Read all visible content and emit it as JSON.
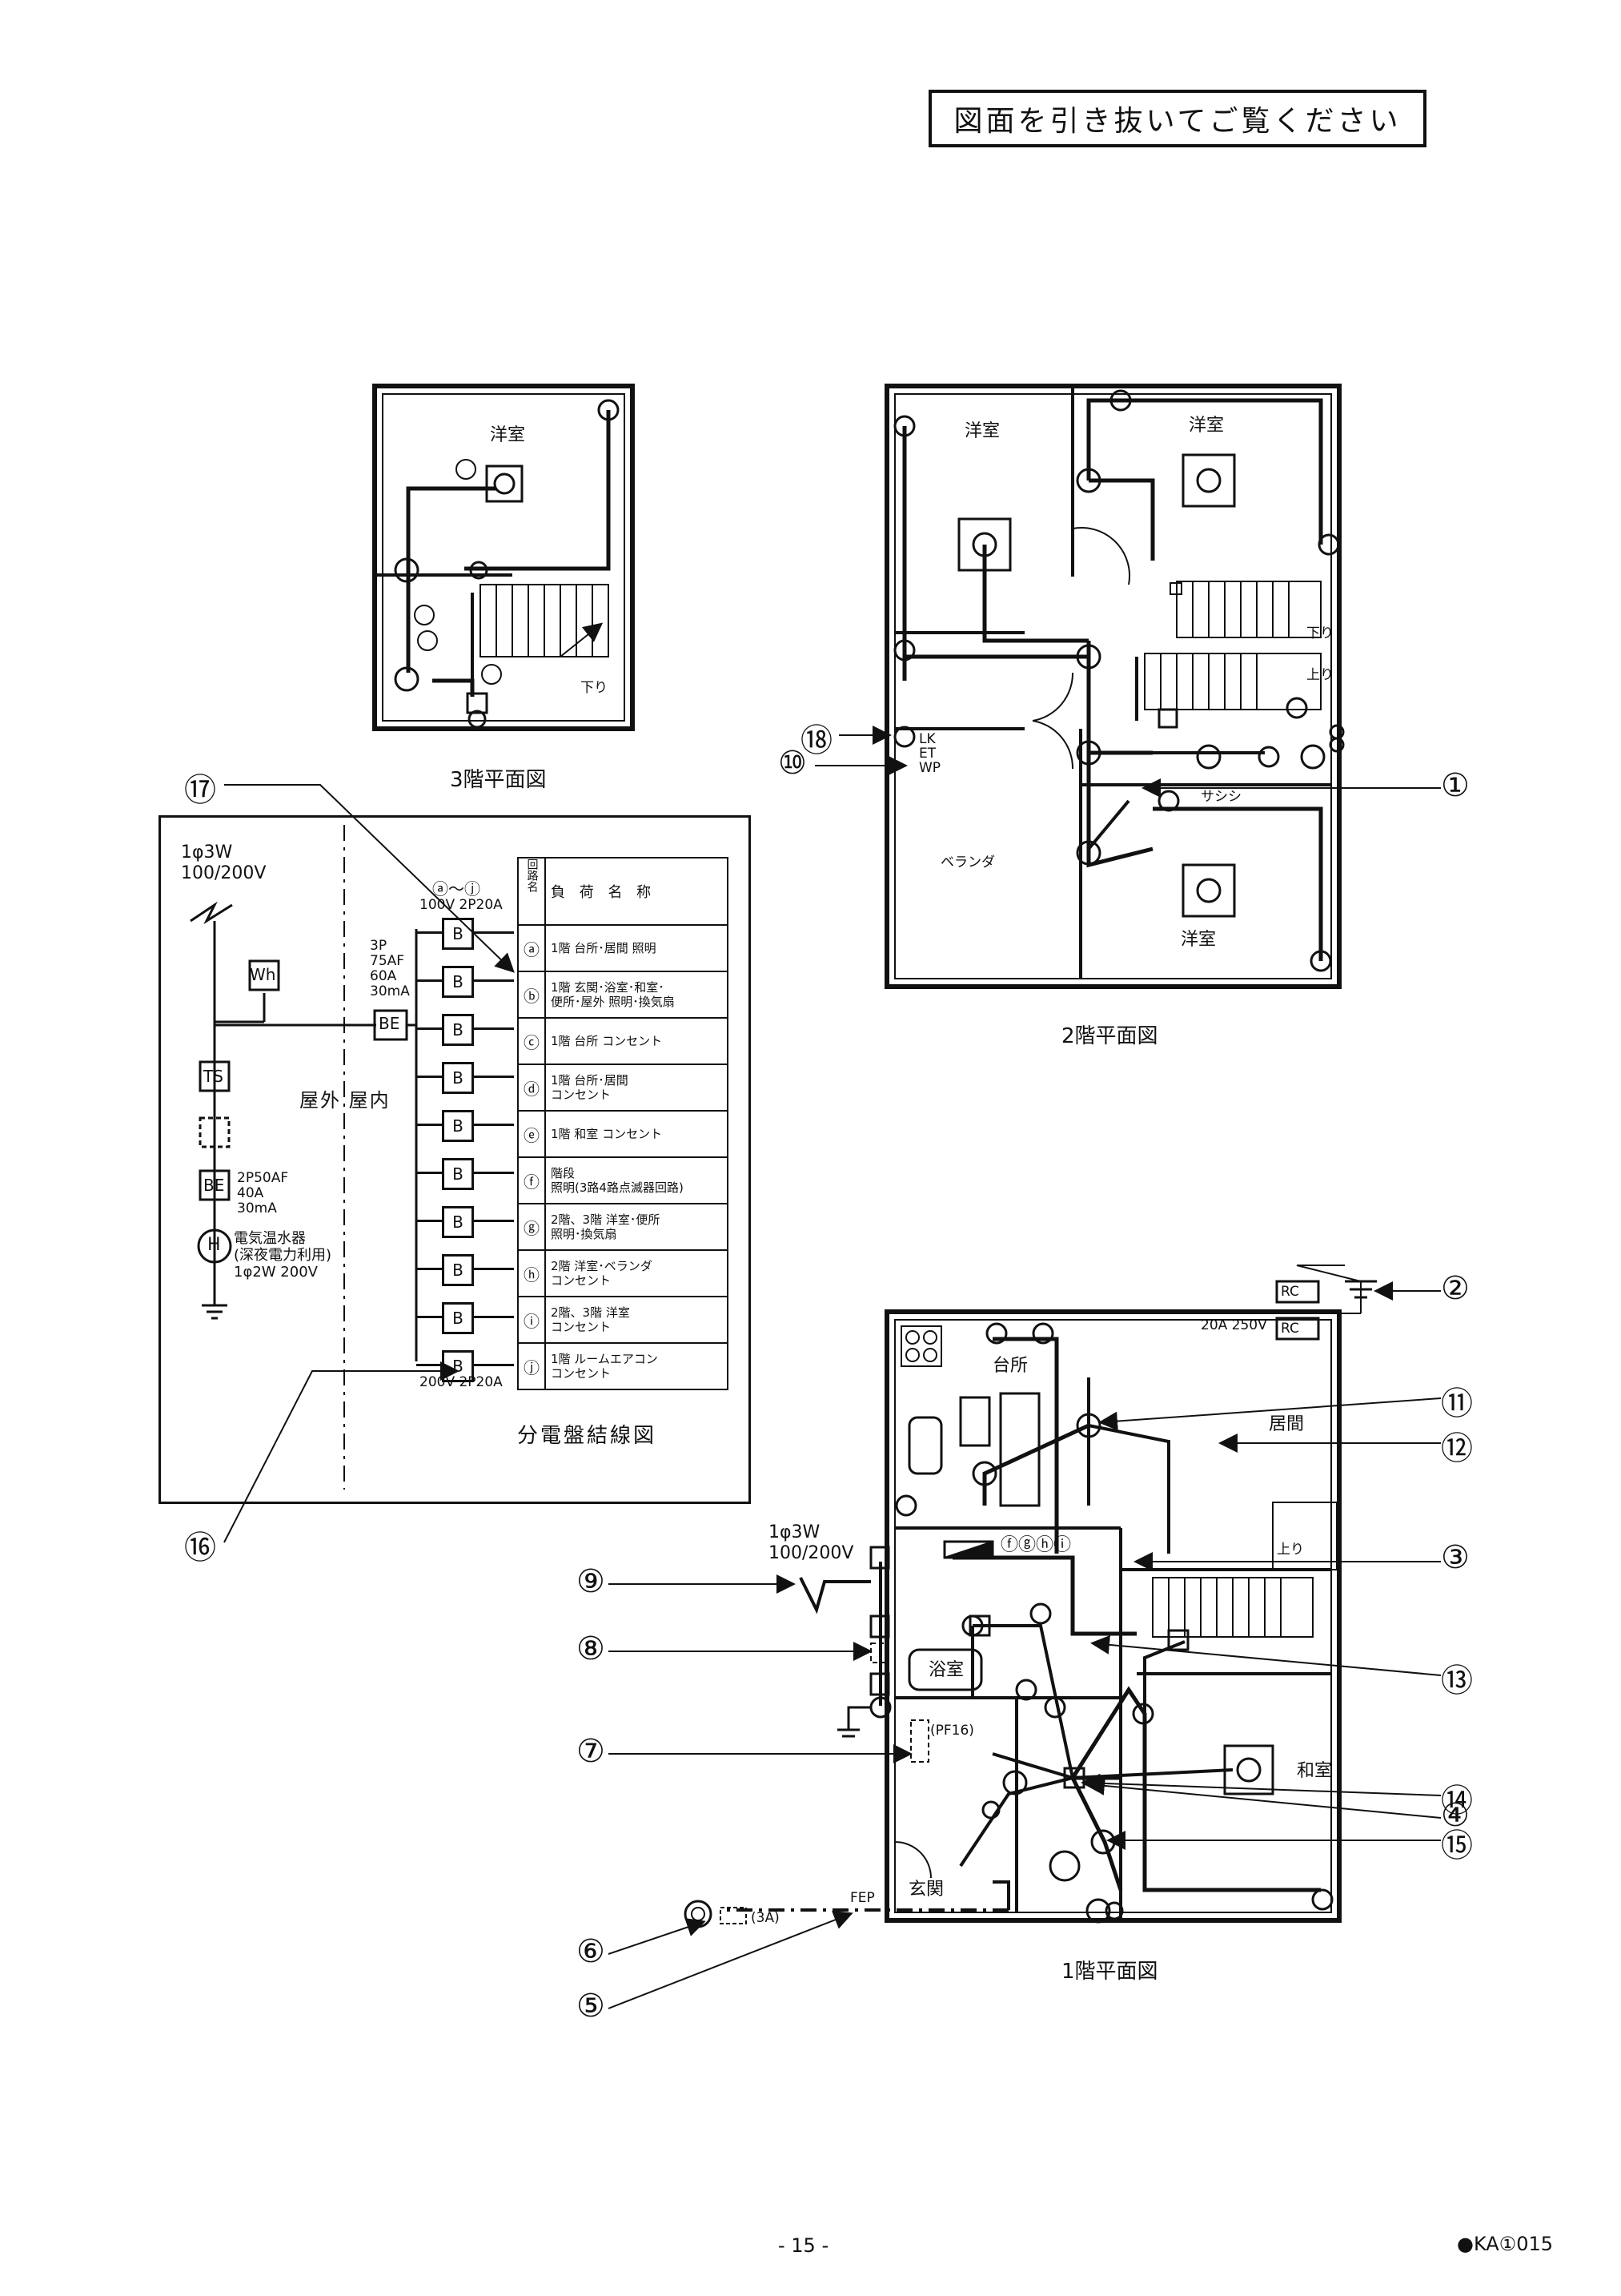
{
  "banner": "図面を引き抜いてご覧ください",
  "plans": {
    "floor3": {
      "caption": "3階平面図",
      "room": "洋室",
      "down_label": "下り"
    },
    "floor2": {
      "caption": "2階平面図",
      "rooms": [
        "洋室",
        "洋室",
        "洋室"
      ],
      "veranda": "ベランダ",
      "down_label": "下り",
      "up_label": "上り",
      "sash_label": "サシシ",
      "wp_labels": [
        "LK",
        "ET",
        "WP"
      ]
    },
    "floor1": {
      "caption": "1階平面図",
      "rooms": [
        "台所",
        "居間",
        "浴室",
        "和室",
        "玄関"
      ],
      "up_label": "上り",
      "service": "1φ3W\n100/200V",
      "service_line1": "1φ3W",
      "service_line2": "100/200V",
      "rc_labels": [
        "RC",
        "RC"
      ],
      "rc_rating": "20A 250V",
      "fep": "FEP",
      "pf": "(PF16)",
      "lamp": "(3A)",
      "circuits_tag": "ⓕⓖⓗⓘ"
    }
  },
  "callouts": [
    "①",
    "②",
    "③",
    "④",
    "⑤",
    "⑥",
    "⑦",
    "⑧",
    "⑨",
    "⑩",
    "⑪",
    "⑫",
    "⑬",
    "⑭",
    "⑮",
    "⑯",
    "⑰",
    "⑱"
  ],
  "schematic": {
    "caption": "分電盤結線図",
    "supply_line1": "1φ3W",
    "supply_line2": "100/200V",
    "outdoor_indoor": "屋外 屋内",
    "main_breaker": [
      "3P",
      "75AF",
      "60A",
      "30mA"
    ],
    "branch_header": "ⓐ〜ⓙ",
    "branch_rating": "100V  2P20A",
    "bottom_rating": "200V  2P20A",
    "heater_breaker": [
      "2P50AF",
      "40A",
      "30mA"
    ],
    "heater_label": [
      "電気温水器",
      "(深夜電力利用)",
      "1φ2W 200V"
    ],
    "symbols": {
      "wh": "Wh",
      "be": "BE",
      "ts": "TS",
      "h": "H",
      "b": "B"
    },
    "table_header": {
      "col1": "回路名",
      "col2": "負 荷 名 称"
    },
    "rows": [
      {
        "id": "ⓐ",
        "load": "1階 台所･居間 照明"
      },
      {
        "id": "ⓑ",
        "load": "1階 玄関･浴室･和室･\n便所･屋外 照明･換気扇"
      },
      {
        "id": "ⓒ",
        "load": "1階 台所 コンセント"
      },
      {
        "id": "ⓓ",
        "load": "1階 台所･居間\nコンセント"
      },
      {
        "id": "ⓔ",
        "load": "1階 和室 コンセント"
      },
      {
        "id": "ⓕ",
        "load": "階段\n照明(3路4路点滅器回路)"
      },
      {
        "id": "ⓖ",
        "load": "2階、3階 洋室･便所\n照明･換気扇"
      },
      {
        "id": "ⓗ",
        "load": "2階 洋室･ベランダ\nコンセント"
      },
      {
        "id": "ⓘ",
        "load": "2階、3階 洋室\nコンセント"
      },
      {
        "id": "ⓙ",
        "load": "1階 ルームエアコン\nコンセント"
      }
    ]
  },
  "footer": {
    "page": "- 15 -",
    "code": "●KA①015"
  }
}
